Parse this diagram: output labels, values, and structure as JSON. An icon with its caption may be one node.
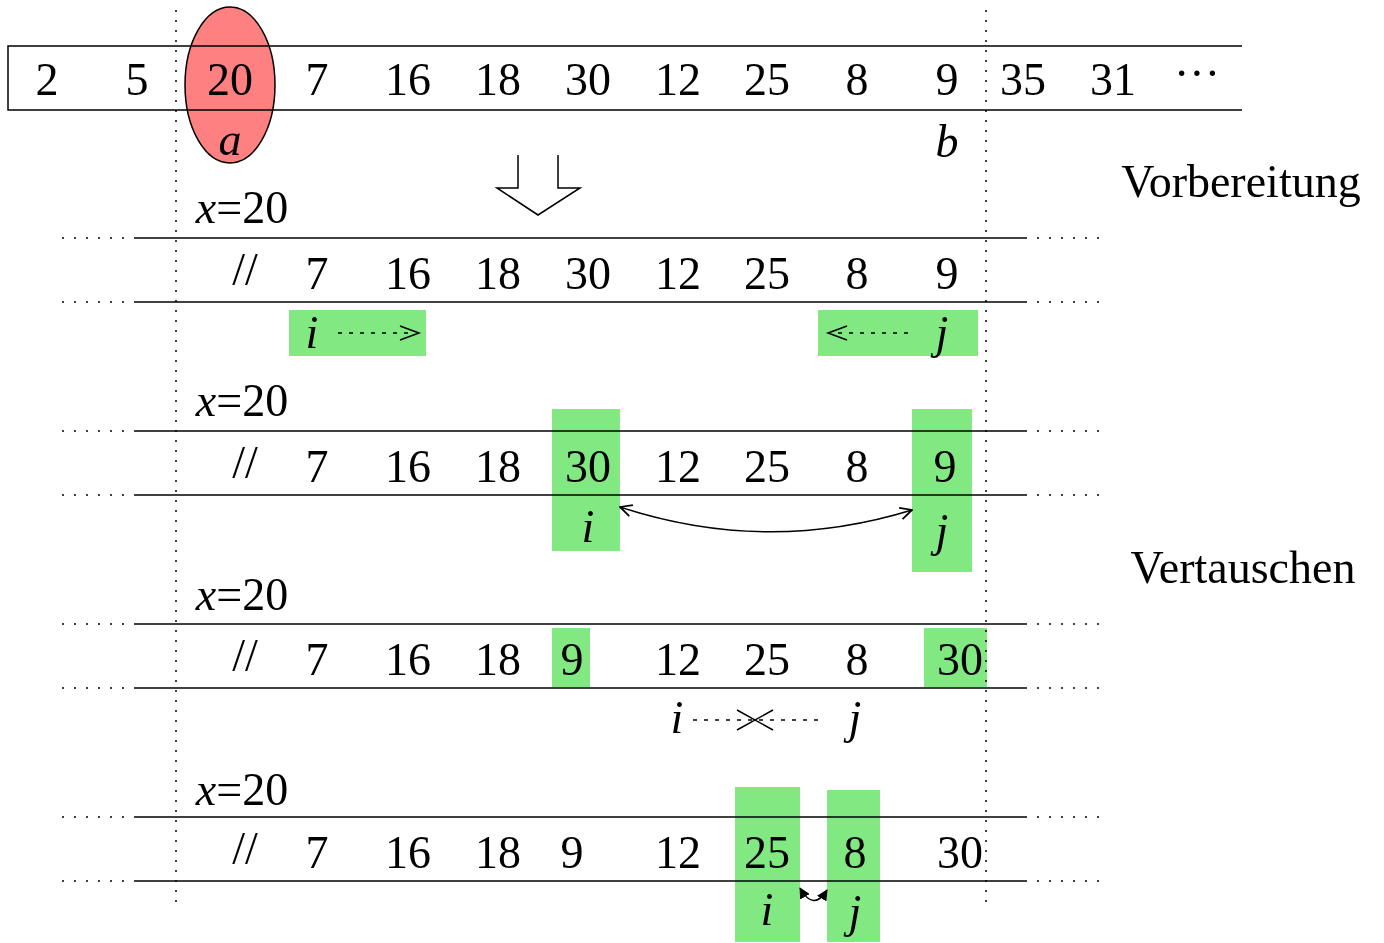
{
  "diagram": {
    "nodes": [
      {
        "text": [
          "20",
          "a"
        ]
      },
      {
        "text": [
          "i"
        ]
      },
      {
        "text": [
          "j"
        ]
      },
      {
        "text": [
          "30",
          "i"
        ]
      },
      {
        "text": [
          "9",
          "j"
        ]
      },
      {
        "text": [
          "9"
        ]
      },
      {
        "text": [
          "30"
        ]
      },
      {
        "text": [
          "25",
          "i"
        ]
      },
      {
        "text": [
          "8",
          "j"
        ]
      }
    ],
    "edges": [
      {
        "from": 3,
        "to": 4,
        "arrow": "both"
      },
      {
        "from": 7,
        "to": 8,
        "arrow": "both"
      }
    ],
    "labels": [
      "2",
      "5",
      "7",
      "16",
      "18",
      "30",
      "12",
      "25",
      "8",
      "9",
      "35",
      "31",
      "···",
      "b",
      "Vorbereitung",
      "*x*=20",
      "//",
      "7",
      "16",
      "18",
      "30",
      "12",
      "25",
      "8",
      "9",
      "*x*=20",
      "//",
      "7",
      "16",
      "18",
      "12",
      "25",
      "8",
      "Vertauschen",
      "*x*=20",
      "//",
      "7",
      "16",
      "18",
      "12",
      "25",
      "8",
      "i",
      "j",
      "*x*=20",
      "//",
      "7",
      "16",
      "18",
      "9",
      "12",
      "30"
    ]
  }
}
